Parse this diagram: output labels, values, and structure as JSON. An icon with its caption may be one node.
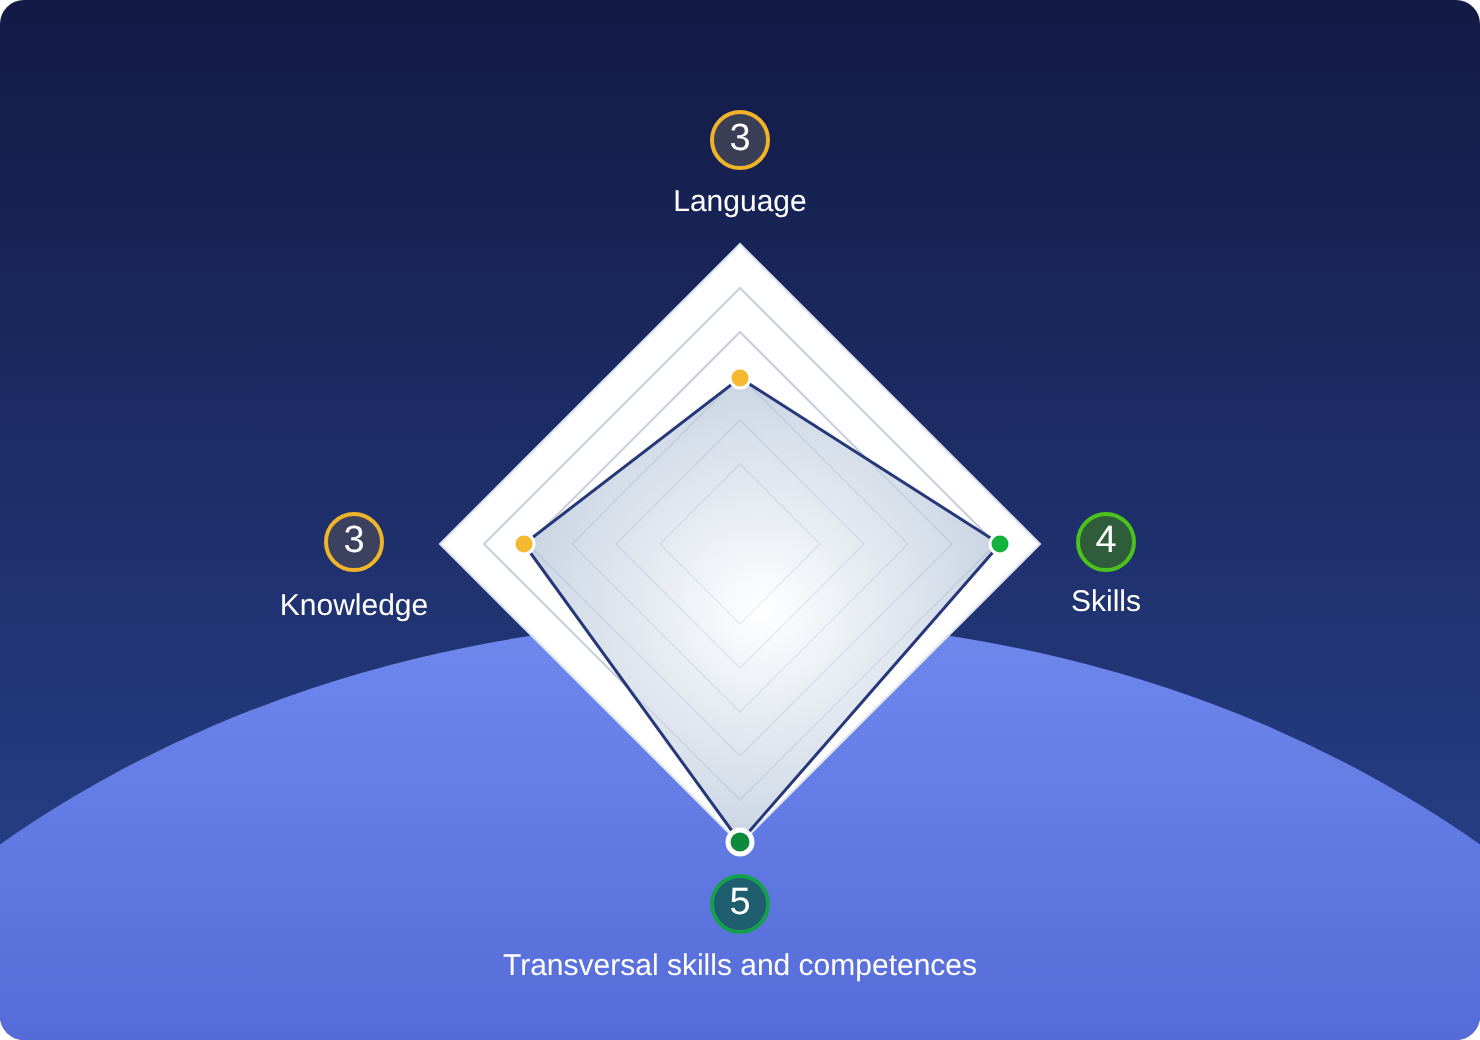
{
  "diagram": {
    "labels": [
      "3",
      "Language",
      "3",
      "Knowledge",
      "4",
      "Skills",
      "5",
      "Transversal skills and competences"
    ]
  }
}
